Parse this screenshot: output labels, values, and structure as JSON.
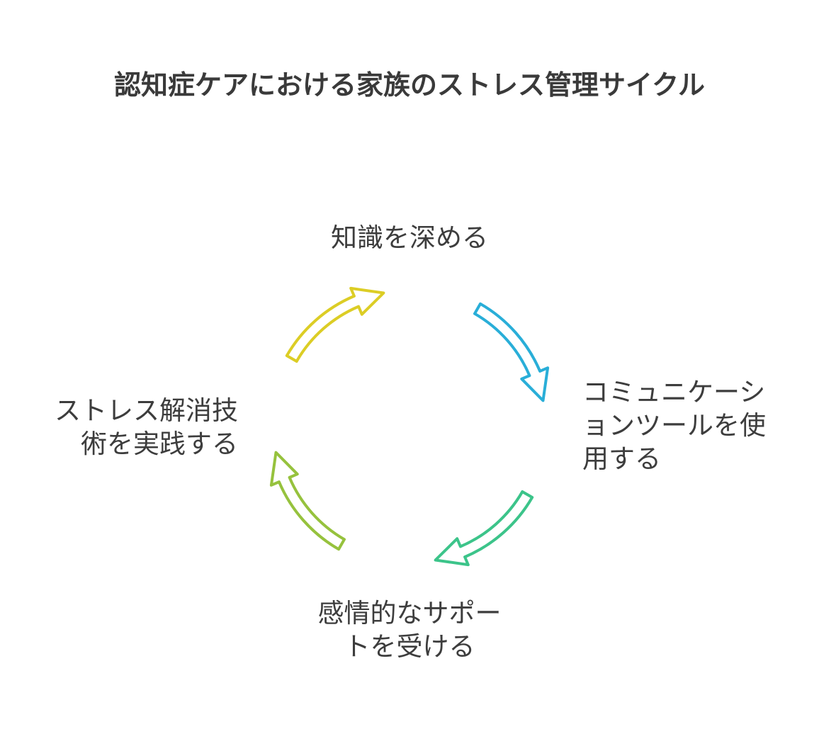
{
  "title": "認知症ケアにおける家族のストレス管理サイクル",
  "steps": [
    {
      "lines": [
        "知識を深める"
      ],
      "color": "#29aed8"
    },
    {
      "lines": [
        "コミュニケーシ",
        "ョンツールを使",
        "用する"
      ],
      "color": "#3cc48a"
    },
    {
      "lines": [
        "感情的なサポー",
        "トを受ける"
      ],
      "color": "#96c23d"
    },
    {
      "lines": [
        "ストレス解消技",
        "術を実践する"
      ],
      "color": "#dccd25"
    }
  ]
}
